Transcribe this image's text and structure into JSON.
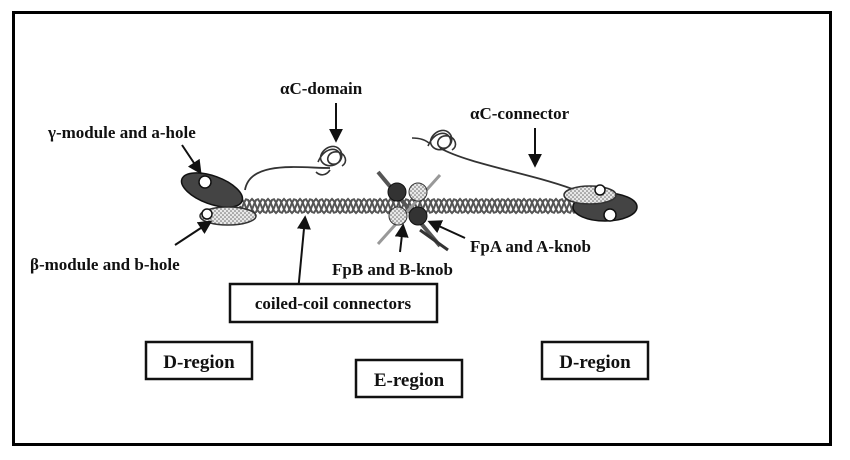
{
  "labels": {
    "alpha_c_domain": "αC-domain",
    "alpha_c_connector": "αC-connector",
    "gamma_module": "γ-module and a-hole",
    "beta_module": "β-module and b-hole",
    "fpa": "FpA and A-knob",
    "fpb": "FpB and B-knob"
  },
  "boxes": {
    "coiled_coil": "coiled-coil connectors",
    "d_region_left": "D-region",
    "e_region": "E-region",
    "d_region_right": "D-region"
  }
}
